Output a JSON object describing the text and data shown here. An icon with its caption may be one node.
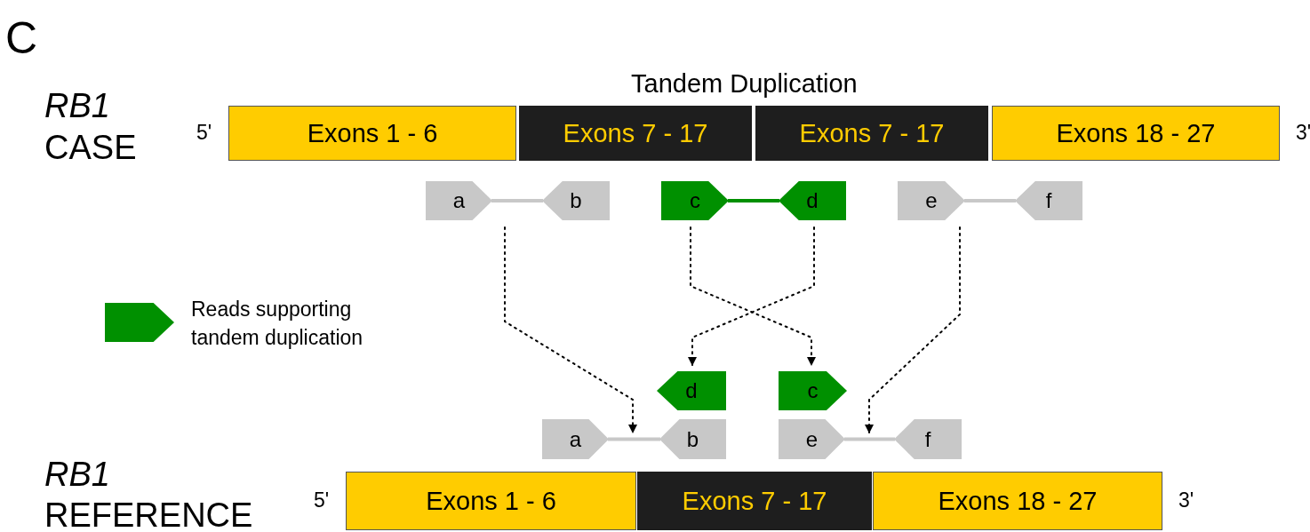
{
  "diagram": {
    "nodes": [
      {
        "text": [
          "Exons 1 - 6"
        ],
        "beside": [
          "5'"
        ]
      },
      {
        "text": [
          "Exons 7 - 17"
        ]
      },
      {
        "text": [
          "Exons 7 - 17"
        ]
      },
      {
        "text": [
          "Exons 18 - 27"
        ],
        "beside": [
          "3'"
        ]
      },
      {
        "text": [
          "a"
        ]
      },
      {
        "text": [
          "b"
        ]
      },
      {
        "text": [
          "c"
        ]
      },
      {
        "text": [
          "d"
        ]
      },
      {
        "text": [
          "e"
        ]
      },
      {
        "text": [
          "f"
        ]
      },
      {
        "text": [
          "d"
        ]
      },
      {
        "text": [
          "c"
        ]
      },
      {
        "text": [
          "a"
        ]
      },
      {
        "text": [
          "b"
        ]
      },
      {
        "text": [
          "e"
        ]
      },
      {
        "text": [
          "f"
        ]
      },
      {
        "text": [
          "Exons 1 - 6"
        ],
        "beside": [
          "5'"
        ]
      },
      {
        "text": [
          "Exons 7 - 17"
        ]
      },
      {
        "text": [
          "Exons 18 - 27"
        ],
        "beside": [
          "3'"
        ]
      }
    ],
    "edges": [
      {
        "from": 4,
        "to": 5,
        "arrow": "none",
        "color": "#c8c8c8"
      },
      {
        "from": 6,
        "to": 7,
        "arrow": "none",
        "color": "#009000"
      },
      {
        "from": 8,
        "to": 9,
        "arrow": "none",
        "color": "#c8c8c8"
      },
      {
        "from": 12,
        "to": 13,
        "arrow": "none",
        "color": "#c8c8c8"
      },
      {
        "from": 14,
        "to": 15,
        "arrow": "none",
        "color": "#c8c8c8"
      },
      {
        "from": 4,
        "to": 12,
        "arrow": "to",
        "style": "dashed",
        "color": "#000000"
      },
      {
        "from": 6,
        "to": 11,
        "arrow": "to",
        "style": "dashed",
        "color": "#000000"
      },
      {
        "from": 7,
        "to": 10,
        "arrow": "to",
        "style": "dashed",
        "color": "#000000"
      },
      {
        "from": 8,
        "to": 14,
        "arrow": "to",
        "style": "dashed",
        "color": "#000000"
      }
    ],
    "labels": [
      "C",
      "Tandem Duplication",
      "RB1",
      "CASE",
      "RB1",
      "REFERENCE"
    ],
    "legend": [
      {
        "text": "Reads supporting tandem duplication",
        "color": "#009000"
      }
    ]
  }
}
